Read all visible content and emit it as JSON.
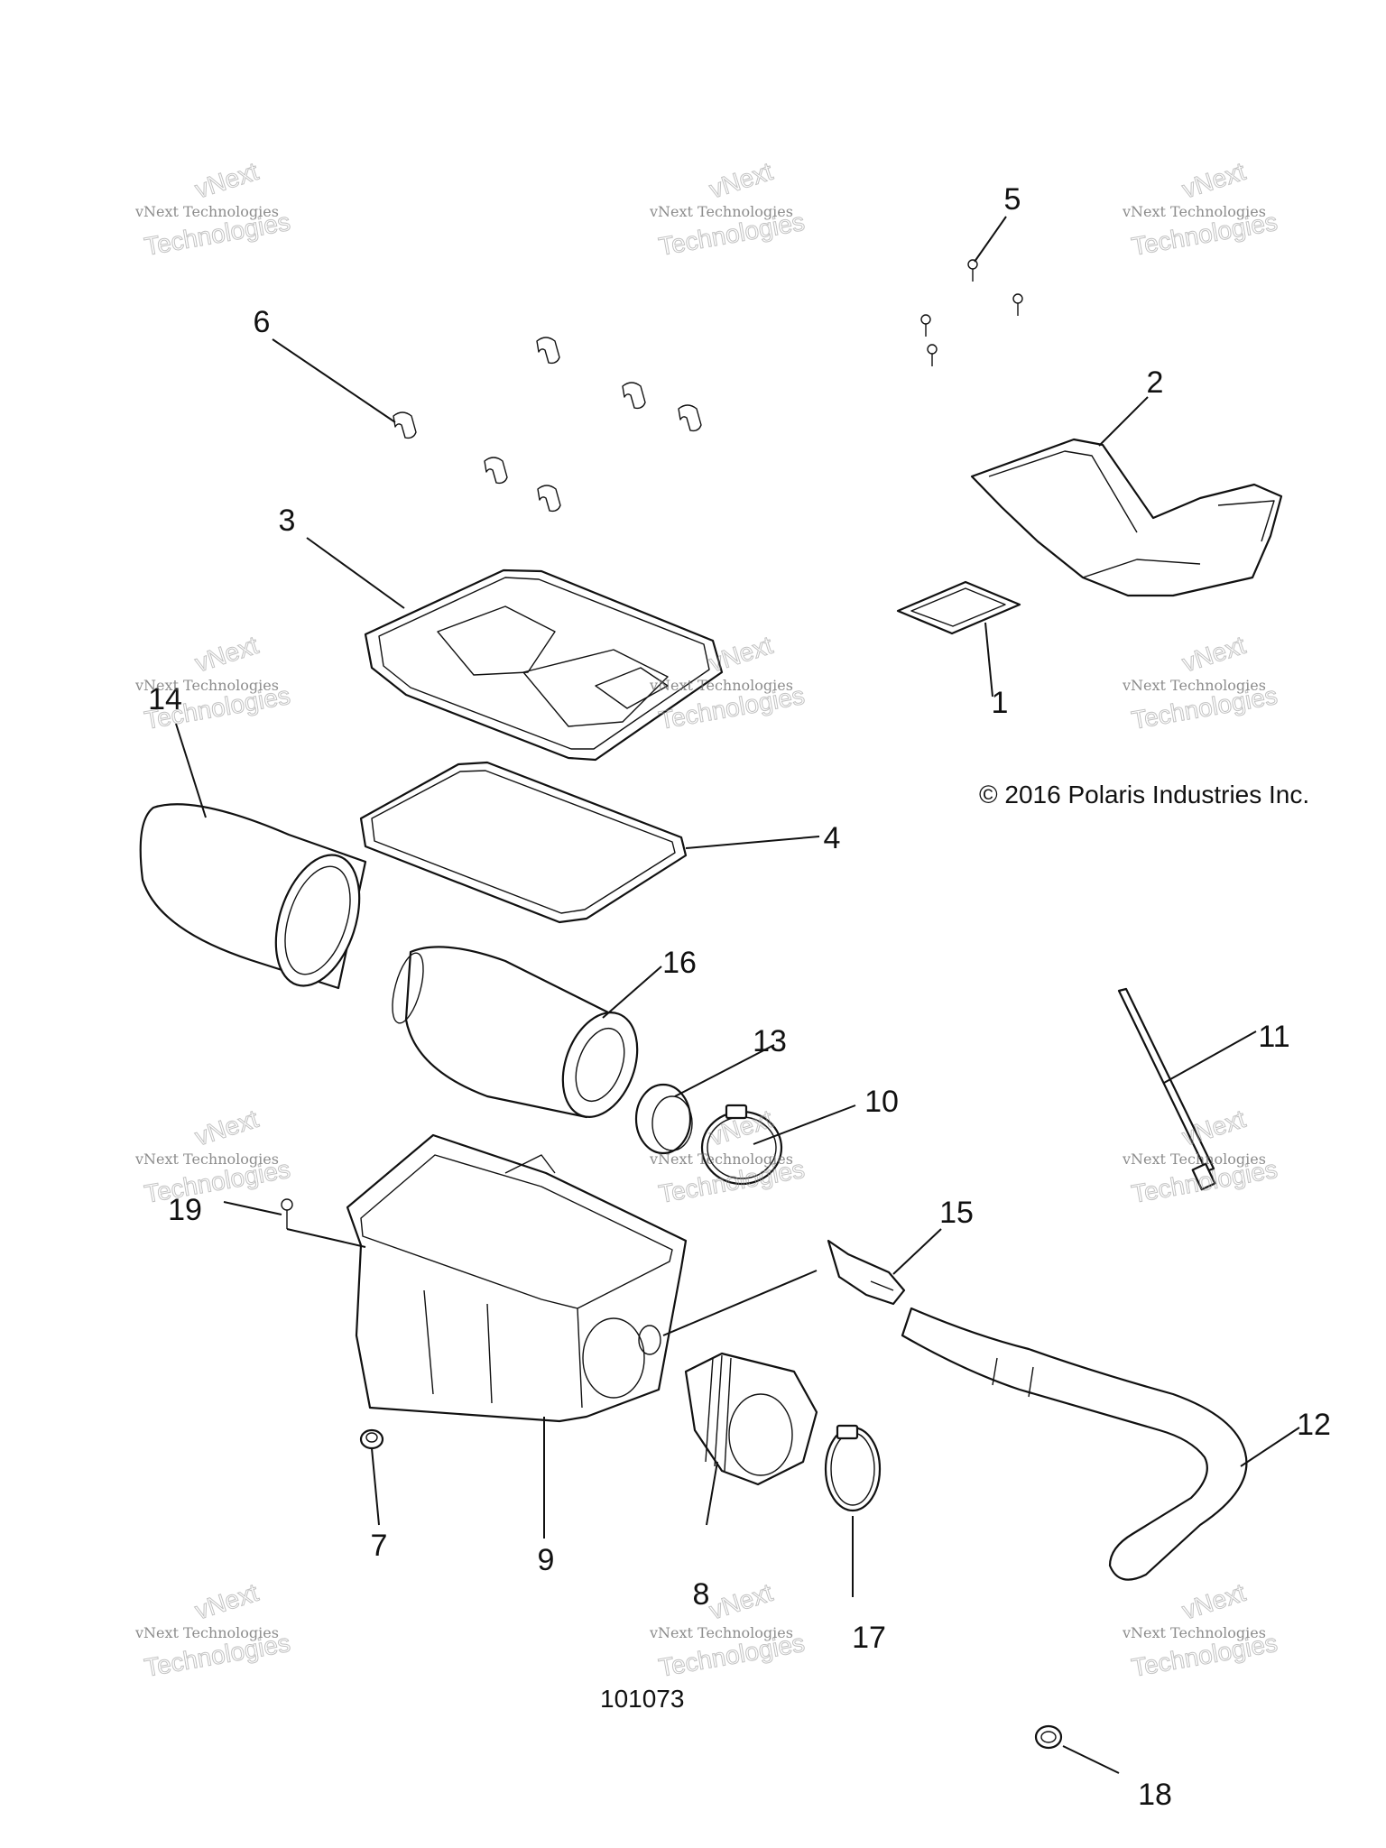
{
  "diagram": {
    "callouts": [
      "1",
      "2",
      "3",
      "4",
      "5",
      "6",
      "7",
      "8",
      "9",
      "10",
      "11",
      "12",
      "13",
      "14",
      "15",
      "16",
      "17",
      "18",
      "19"
    ],
    "copyright": "© 2016 Polaris Industries Inc.",
    "reference_number": "101073",
    "watermark": {
      "line_small": "vNext Technologies",
      "line_big": "Technologies",
      "logo_text": "vNext"
    }
  }
}
